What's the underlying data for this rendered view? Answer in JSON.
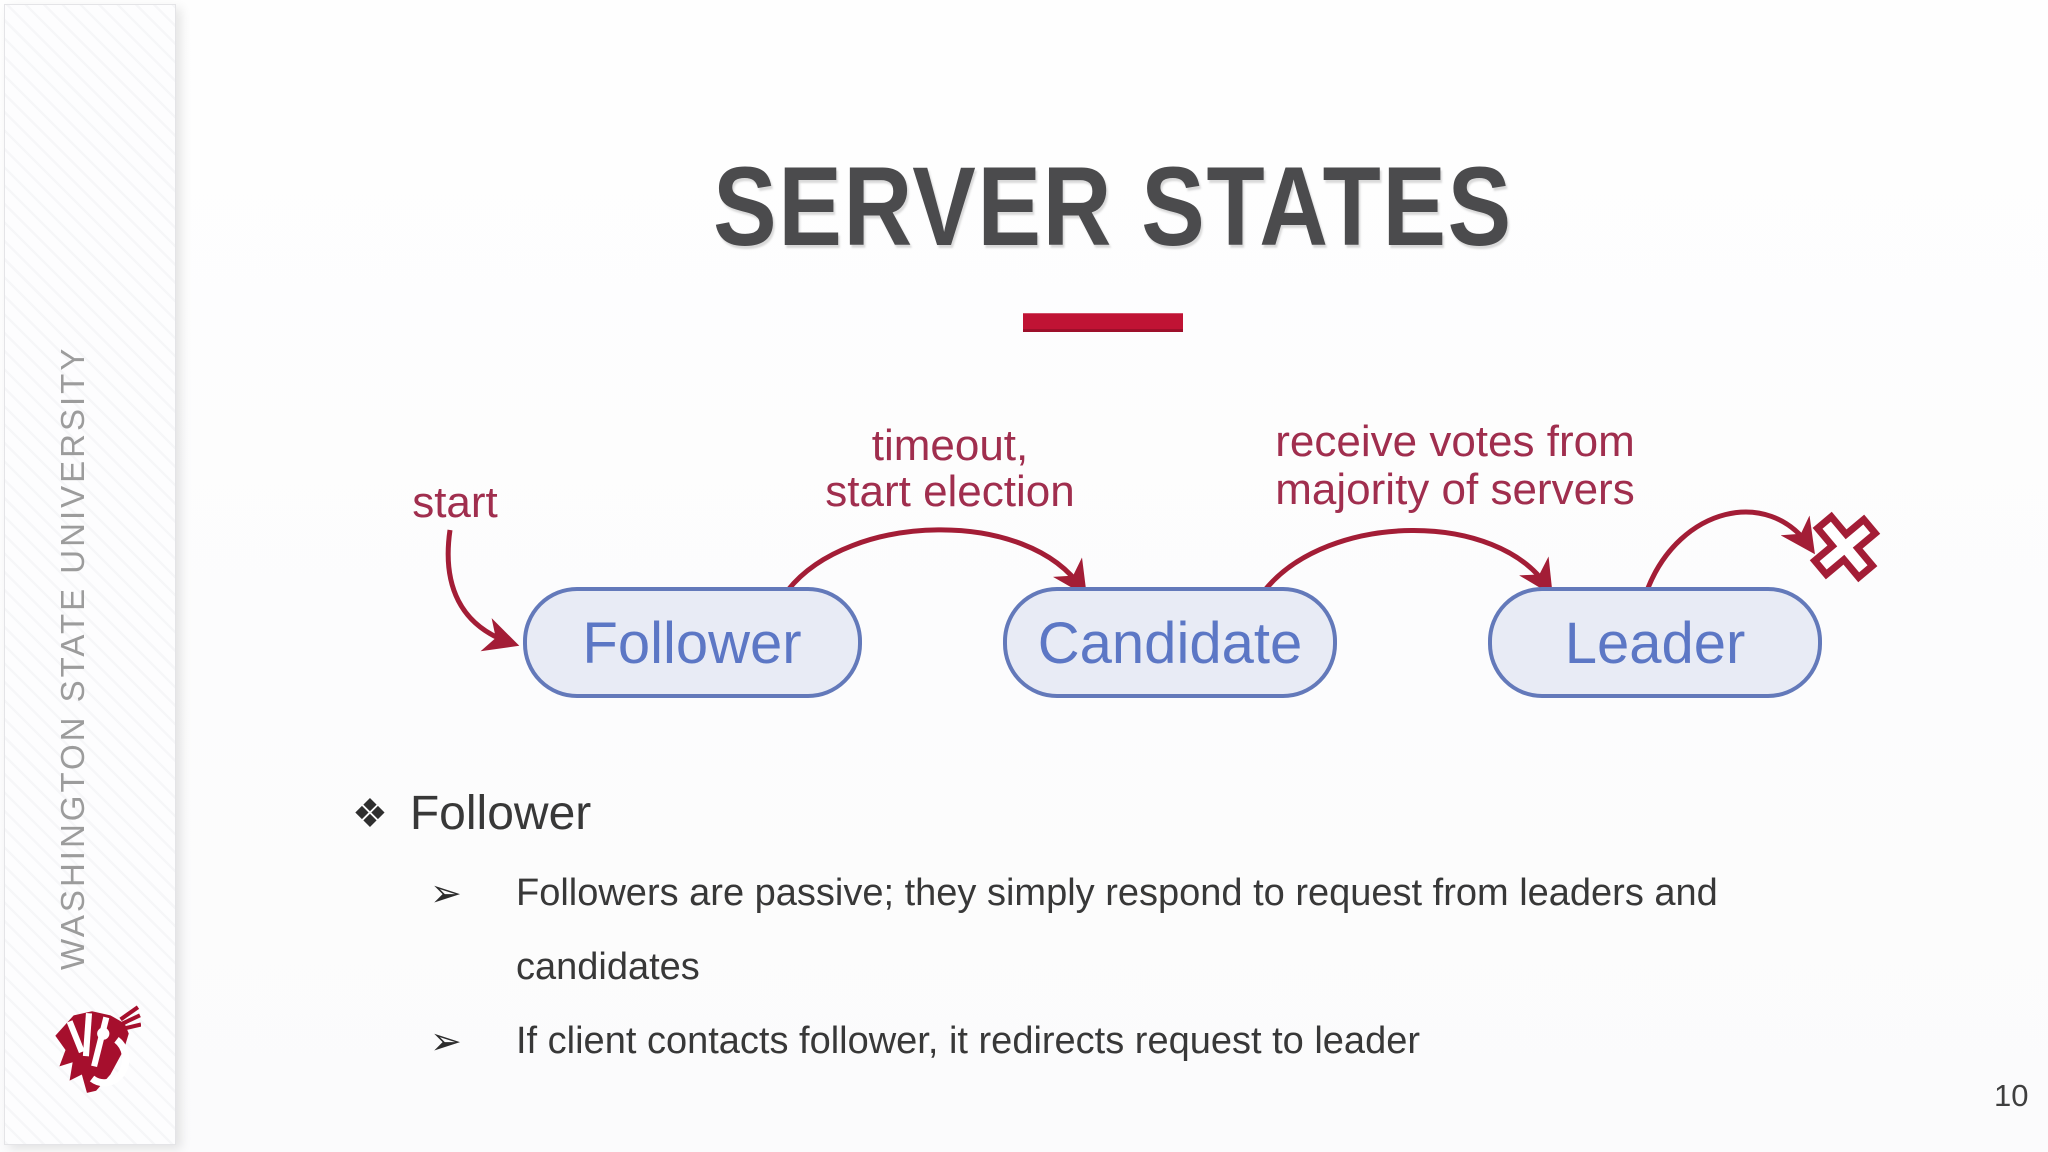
{
  "slide": {
    "title": "SERVER STATES",
    "page_number": "10"
  },
  "sidebar": {
    "university_name": "WASHINGTON STATE UNIVERSITY",
    "logo": "wsu-cougar-head"
  },
  "diagram": {
    "states": [
      {
        "label": "Follower"
      },
      {
        "label": "Candidate"
      },
      {
        "label": "Leader"
      }
    ],
    "transitions": {
      "start_label": "start",
      "timeout_line1": "timeout,",
      "timeout_line2": "start election",
      "votes_line1": "receive votes from",
      "votes_line2": "majority of servers",
      "leader_end_marker": "x-cross-icon"
    }
  },
  "content": {
    "bullet_marker": "❖",
    "sub_bullet_marker": "➢",
    "bullet_title": "Follower",
    "sub_bullets": [
      {
        "lines": [
          "Followers are passive; they simply respond to request from leaders and",
          "candidates"
        ]
      },
      {
        "lines": [
          "If client contacts follower, it redirects request to leader"
        ]
      }
    ]
  },
  "theme": {
    "crimson_accent": "#C01334",
    "diagram_arrow": "#A31D36",
    "diagram_label": "#A02E4E",
    "state_fill": "#E8EBF5",
    "state_border": "#6379BA",
    "state_text": "#5C77C5",
    "title_gray": "#4B4B4D",
    "body_text": "#383838",
    "sidebar_text": "#9C9C9C",
    "logo_crimson": "#A60F2D"
  }
}
